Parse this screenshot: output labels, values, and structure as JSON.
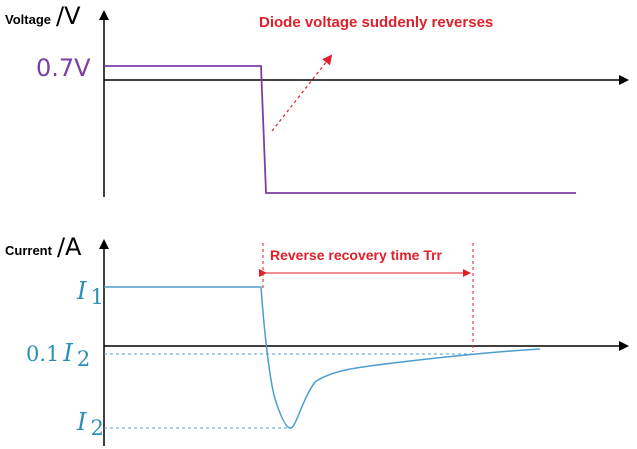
{
  "voltage_panel": {
    "axis_title_word": "Voltage",
    "axis_title_unit": "/V",
    "level_label": "0.7V",
    "annotation": "Diode voltage suddenly reverses",
    "line_color": "#7a3fa6"
  },
  "current_panel": {
    "axis_title_word": "Current",
    "axis_title_unit": "/A",
    "label_i1_letter": "I",
    "label_i1_sub": "1",
    "label_01_prefix": "0.1",
    "label_01_letter": "I",
    "label_01_sub": "2",
    "label_i2_letter": "I",
    "label_i2_sub": "2",
    "annotation": "Reverse recovery time Trr",
    "line_color": "#4b9ed0",
    "label_color": "#2a8fb8",
    "annotation_color": "#e0202a"
  },
  "chart_data": [
    {
      "type": "line",
      "title": "Diode voltage",
      "ylabel": "Voltage/V",
      "xlabel": "",
      "series": [
        {
          "name": "voltage",
          "x": [
            0,
            1,
            1.05,
            2.4
          ],
          "y": [
            0.7,
            0.7,
            -6,
            -6
          ]
        }
      ],
      "level_labels": [
        "0.7V"
      ],
      "annotations": [
        "Diode voltage suddenly reverses"
      ]
    },
    {
      "type": "line",
      "title": "Diode current",
      "ylabel": "Current/A",
      "xlabel": "",
      "series": [
        {
          "name": "current",
          "x": [
            0,
            1,
            1.15,
            1.6,
            2.3
          ],
          "y": [
            1,
            1,
            -1,
            -0.1,
            -0.03
          ]
        }
      ],
      "level_labels": [
        "I1",
        "0.1I2",
        "I2"
      ],
      "annotations": [
        "Reverse recovery time Trr"
      ]
    }
  ]
}
